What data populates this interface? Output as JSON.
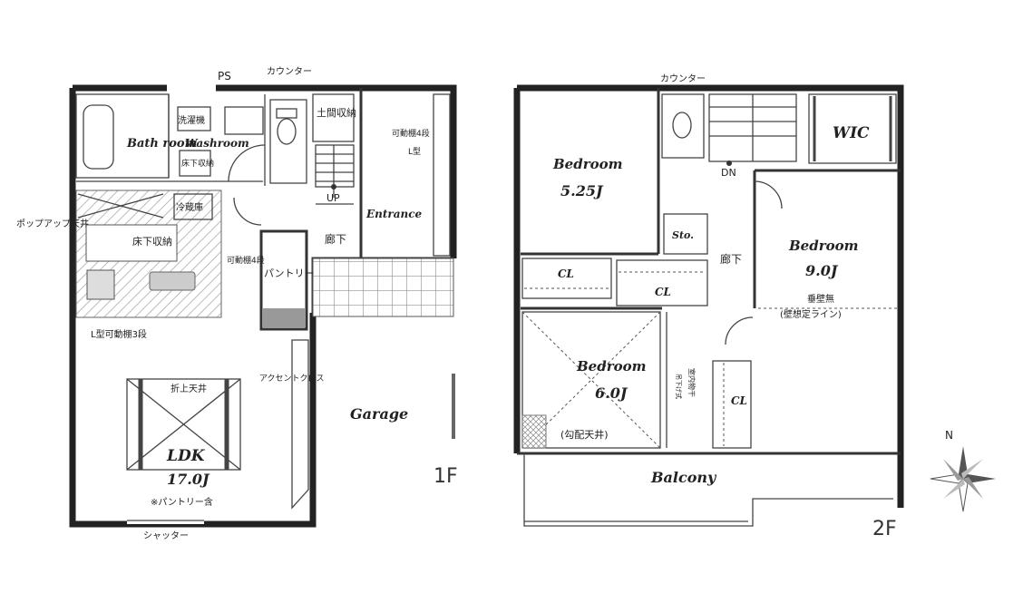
{
  "floor1": {
    "label": "1F",
    "rooms": {
      "bath": "Bath room",
      "washroom": "Washroom",
      "washer": "洗濯機",
      "underfloor": "床下収納",
      "fridge": "冷蔵庫",
      "kitchen_storage": "床下収納",
      "pantry": "パントリー",
      "ldk_name": "LDK",
      "ldk_size": "17.0J",
      "ldk_note": "※パントリー含",
      "hall": "廊下",
      "entrance": "Entrance",
      "doma_storage": "土間収納",
      "garage": "Garage"
    },
    "labels": {
      "ps": "PS",
      "counter": "カウンター",
      "popup_ceiling": "ポップアップ天井",
      "shelf_l": "L型可動棚3段",
      "shelf_4": "可動棚4段",
      "shelf_entrance": "可動棚4段",
      "shelf_entrance_l": "L型",
      "up": "UP",
      "folded_ceiling": "折上天井",
      "accent_cloth": "アクセントクロス",
      "shutter": "シャッター"
    }
  },
  "floor2": {
    "label": "2F",
    "rooms": {
      "bed1_name": "Bedroom",
      "bed1_size": "5.25J",
      "bed2_name": "Bedroom",
      "bed2_size": "9.0J",
      "bed3_name": "Bedroom",
      "bed3_size": "6.0J",
      "wic": "WIC",
      "sto": "Sto.",
      "hall": "廊下",
      "cl1": "CL",
      "cl2": "CL",
      "cl3": "CL",
      "balcony": "Balcony"
    },
    "labels": {
      "counter": "カウンター",
      "dn": "DN",
      "no_wall": "垂壁無",
      "wall_line": "(壁想定ライン)",
      "slope_ceiling": "(勾配天井)",
      "indoor_dryer": "室内物干",
      "hanging": "吊下げ式"
    }
  },
  "compass": {
    "north": "N"
  }
}
